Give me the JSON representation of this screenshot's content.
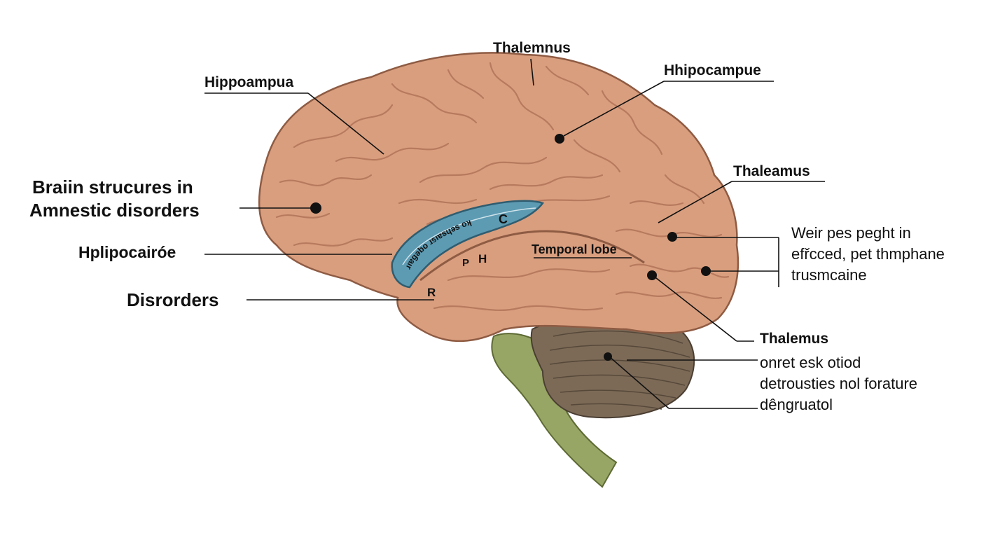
{
  "title": {
    "line1": "Braiin strucures in",
    "line2": "Amnestic disorders"
  },
  "labels": {
    "top_center": "Thalemnus",
    "top_left": "Hippoampua",
    "top_right": "Hhipocampue",
    "right_upper": "Thaleamus",
    "left_mid": "Hplipocairóe",
    "left_low": "Disrorders",
    "temporal": "Temporal lobe",
    "right_low_title": "Thalemus"
  },
  "descriptions": {
    "right_mid": [
      "Weir pes peght in",
      "efřcced, pet thmphane",
      "trusmcaine"
    ],
    "right_low": [
      "onret esk otiod",
      "detrousties nol forature",
      "dêngruatol"
    ]
  },
  "inner_letters": {
    "c": "C",
    "p": "P",
    "h": "H",
    "r": "R",
    "curved": "ɹıɐɡǝbo ɹsıɐsɥǝs oʞ"
  },
  "colors": {
    "cortex": "#d99e7e",
    "cortex_shadow": "#b77a5e",
    "hippocampus": "#5d9bb3",
    "cerebellum": "#7c6a57",
    "brainstem": "#97a565"
  }
}
